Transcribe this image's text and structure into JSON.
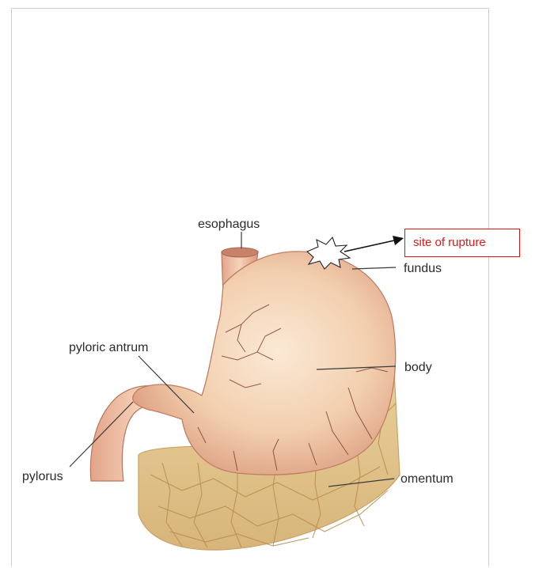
{
  "labels": {
    "esophagus": "esophagus",
    "fundus": "fundus",
    "body": "body",
    "pyloric_antrum": "pyloric antrum",
    "pylorus": "pylorus",
    "omentum": "omentum"
  },
  "callout": {
    "text": "site of rupture",
    "color": "#e01818"
  }
}
